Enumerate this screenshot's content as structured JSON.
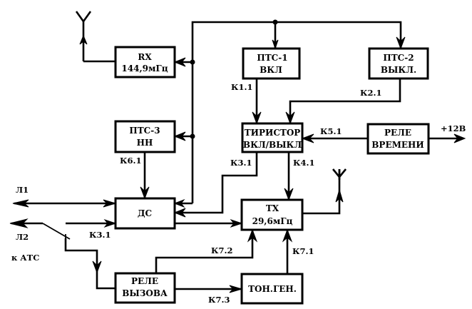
{
  "diagram": {
    "blocks": {
      "rx": {
        "line1": "RX",
        "line2": "144,9мГц"
      },
      "pts1": {
        "line1": "ПТС-1",
        "line2": "ВКЛ"
      },
      "pts2": {
        "line1": "ПТС-2",
        "line2": "ВЫКЛ."
      },
      "pts3": {
        "line1": "ПТС-3",
        "line2": "НН"
      },
      "thyristor": {
        "line1": "ТИРИСТОР",
        "line2": "ВКЛ/ВЫКЛ"
      },
      "time_relay": {
        "line1": "РЕЛЕ",
        "line2": "ВРЕМЕНИ"
      },
      "ds": {
        "line1": "ДС"
      },
      "tx": {
        "line1": "ТХ",
        "line2": "29,6мГц"
      },
      "call_relay": {
        "line1": "РЕЛЕ",
        "line2": "ВЫЗОВА"
      },
      "tone_gen": {
        "line1": "ТОН.ГЕН."
      }
    },
    "labels": {
      "k1_1": "К1.1",
      "k2_1": "К2.1",
      "k3_1_top": "К3.1",
      "k3_1_bottom": "К3.1",
      "k4_1": "К4.1",
      "k5_1": "К5.1",
      "k6_1": "К6.1",
      "k7_1": "К7.1",
      "k7_2": "К7.2",
      "k7_3": "К7.3",
      "power": "+12В",
      "line1": "Л1",
      "line2": "Л2",
      "to_ats": "к АТС"
    }
  }
}
